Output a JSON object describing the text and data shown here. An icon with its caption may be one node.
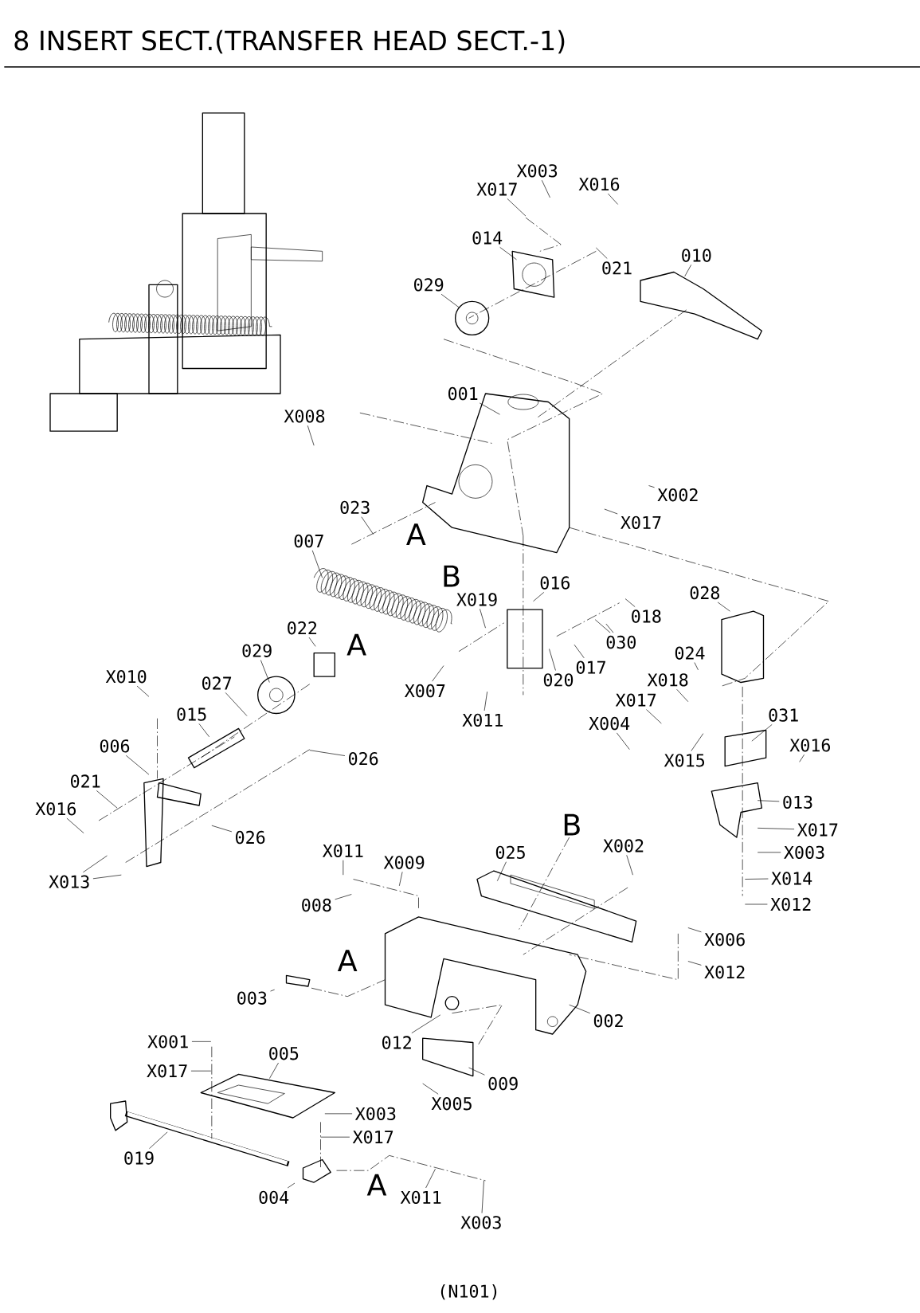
{
  "diagram": {
    "title": "8 INSERT SECT.(TRANSFER HEAD SECT.-1)",
    "nodes": [
      {
        "text": [
          "X003"
        ]
      },
      {
        "text": [
          "X017"
        ]
      },
      {
        "text": [
          "X016"
        ]
      },
      {
        "text": [
          "014"
        ]
      },
      {
        "text": [
          "021"
        ]
      },
      {
        "text": [
          "010"
        ]
      },
      {
        "text": [
          "029"
        ]
      },
      {
        "text": [
          "001"
        ]
      },
      {
        "text": [
          "X008"
        ]
      },
      {
        "text": [
          "X002"
        ]
      },
      {
        "text": [
          "X017"
        ]
      },
      {
        "text": [
          "023"
        ]
      },
      {
        "text": [
          "007"
        ]
      },
      {
        "text": [
          "016"
        ]
      },
      {
        "text": [
          "X019"
        ]
      },
      {
        "text": [
          "018"
        ]
      },
      {
        "text": [
          "028"
        ]
      },
      {
        "text": [
          "030"
        ]
      },
      {
        "text": [
          "024"
        ]
      },
      {
        "text": [
          "022"
        ]
      },
      {
        "text": [
          "029"
        ]
      },
      {
        "text": [
          "X010"
        ]
      },
      {
        "text": [
          "027"
        ]
      },
      {
        "text": [
          "015"
        ]
      },
      {
        "text": [
          "X007"
        ]
      },
      {
        "text": [
          "020"
        ]
      },
      {
        "text": [
          "017"
        ]
      },
      {
        "text": [
          "X011"
        ]
      },
      {
        "text": [
          "X018"
        ]
      },
      {
        "text": [
          "X017"
        ]
      },
      {
        "text": [
          "X004"
        ]
      },
      {
        "text": [
          "031"
        ]
      },
      {
        "text": [
          "X015"
        ]
      },
      {
        "text": [
          "X016"
        ]
      },
      {
        "text": [
          "006"
        ]
      },
      {
        "text": [
          "026"
        ]
      },
      {
        "text": [
          "021"
        ]
      },
      {
        "text": [
          "X016"
        ]
      },
      {
        "text": [
          "013"
        ]
      },
      {
        "text": [
          "X017"
        ]
      },
      {
        "text": [
          "026"
        ]
      },
      {
        "text": [
          "X013"
        ]
      },
      {
        "text": [
          "X011"
        ]
      },
      {
        "text": [
          "X009"
        ]
      },
      {
        "text": [
          "025"
        ]
      },
      {
        "text": [
          "X002"
        ]
      },
      {
        "text": [
          "X003"
        ]
      },
      {
        "text": [
          "008"
        ]
      },
      {
        "text": [
          "X014"
        ]
      },
      {
        "text": [
          "X012"
        ]
      },
      {
        "text": [
          "X006"
        ]
      },
      {
        "text": [
          "X012"
        ]
      },
      {
        "text": [
          "003"
        ]
      },
      {
        "text": [
          "002"
        ]
      },
      {
        "text": [
          "X001"
        ]
      },
      {
        "text": [
          "005"
        ]
      },
      {
        "text": [
          "012"
        ]
      },
      {
        "text": [
          "X017"
        ]
      },
      {
        "text": [
          "009"
        ]
      },
      {
        "text": [
          "X005"
        ]
      },
      {
        "text": [
          "X003"
        ]
      },
      {
        "text": [
          "X017"
        ]
      },
      {
        "text": [
          "019"
        ]
      },
      {
        "text": [
          "004"
        ]
      },
      {
        "text": [
          "X011"
        ]
      },
      {
        "text": [
          "X003"
        ]
      }
    ],
    "edges": [
      {
        "from": 0,
        "to": null,
        "arrow": "none"
      },
      {
        "from": 1,
        "to": null,
        "arrow": "none"
      },
      {
        "from": 2,
        "to": null,
        "arrow": "none"
      },
      {
        "from": 3,
        "to": null,
        "arrow": "none"
      },
      {
        "from": 4,
        "to": null,
        "arrow": "none"
      },
      {
        "from": 5,
        "to": null,
        "arrow": "none"
      },
      {
        "from": 6,
        "to": null,
        "arrow": "none"
      },
      {
        "from": 7,
        "to": null,
        "arrow": "none"
      },
      {
        "from": 8,
        "to": null,
        "arrow": "none"
      },
      {
        "from": 9,
        "to": null,
        "arrow": "none"
      },
      {
        "from": 10,
        "to": null,
        "arrow": "none"
      },
      {
        "from": 11,
        "to": null,
        "arrow": "none"
      },
      {
        "from": 12,
        "to": null,
        "arrow": "none"
      },
      {
        "from": 13,
        "to": null,
        "arrow": "none"
      },
      {
        "from": 14,
        "to": null,
        "arrow": "none"
      },
      {
        "from": 15,
        "to": null,
        "arrow": "none"
      },
      {
        "from": 16,
        "to": null,
        "arrow": "none"
      },
      {
        "from": 17,
        "to": null,
        "arrow": "none"
      },
      {
        "from": 17,
        "to": null,
        "arrow": "none"
      },
      {
        "from": 18,
        "to": null,
        "arrow": "none"
      },
      {
        "from": 19,
        "to": null,
        "arrow": "none"
      },
      {
        "from": 20,
        "to": null,
        "arrow": "none"
      },
      {
        "from": 21,
        "to": null,
        "arrow": "none"
      },
      {
        "from": 22,
        "to": null,
        "arrow": "none"
      },
      {
        "from": 23,
        "to": null,
        "arrow": "none"
      },
      {
        "from": 24,
        "to": null,
        "arrow": "none"
      },
      {
        "from": 25,
        "to": null,
        "arrow": "none"
      },
      {
        "from": 26,
        "to": null,
        "arrow": "none"
      },
      {
        "from": 27,
        "to": null,
        "arrow": "none"
      },
      {
        "from": 28,
        "to": null,
        "arrow": "none"
      },
      {
        "from": 29,
        "to": null,
        "arrow": "none"
      },
      {
        "from": 30,
        "to": null,
        "arrow": "none"
      },
      {
        "from": 31,
        "to": null,
        "arrow": "none"
      },
      {
        "from": 32,
        "to": null,
        "arrow": "none"
      },
      {
        "from": 33,
        "to": null,
        "arrow": "none"
      },
      {
        "from": 34,
        "to": null,
        "arrow": "none"
      },
      {
        "from": 35,
        "to": null,
        "arrow": "none"
      },
      {
        "from": 36,
        "to": null,
        "arrow": "none"
      },
      {
        "from": 37,
        "to": null,
        "arrow": "none"
      },
      {
        "from": 38,
        "to": null,
        "arrow": "none"
      },
      {
        "from": 39,
        "to": null,
        "arrow": "none"
      },
      {
        "from": 40,
        "to": null,
        "arrow": "none"
      },
      {
        "from": 41,
        "to": null,
        "arrow": "none"
      },
      {
        "from": 41,
        "to": null,
        "arrow": "none"
      },
      {
        "from": 42,
        "to": null,
        "arrow": "none"
      },
      {
        "from": 43,
        "to": null,
        "arrow": "none"
      },
      {
        "from": 44,
        "to": null,
        "arrow": "none"
      },
      {
        "from": 45,
        "to": null,
        "arrow": "none"
      },
      {
        "from": 46,
        "to": null,
        "arrow": "none"
      },
      {
        "from": 47,
        "to": null,
        "arrow": "none"
      },
      {
        "from": 48,
        "to": null,
        "arrow": "none"
      },
      {
        "from": 49,
        "to": null,
        "arrow": "none"
      },
      {
        "from": 50,
        "to": null,
        "arrow": "none"
      },
      {
        "from": 51,
        "to": null,
        "arrow": "none"
      },
      {
        "from": 52,
        "to": null,
        "arrow": "none"
      },
      {
        "from": 53,
        "to": null,
        "arrow": "none"
      },
      {
        "from": 54,
        "to": null,
        "arrow": "none"
      },
      {
        "from": 55,
        "to": null,
        "arrow": "none"
      },
      {
        "from": 56,
        "to": null,
        "arrow": "none"
      },
      {
        "from": 57,
        "to": null,
        "arrow": "none"
      },
      {
        "from": 58,
        "to": null,
        "arrow": "none"
      },
      {
        "from": 59,
        "to": null,
        "arrow": "none"
      },
      {
        "from": 60,
        "to": null,
        "arrow": "none"
      },
      {
        "from": 61,
        "to": null,
        "arrow": "none"
      },
      {
        "from": 62,
        "to": null,
        "arrow": "none"
      },
      {
        "from": 63,
        "to": null,
        "arrow": "none"
      },
      {
        "from": 64,
        "to": null,
        "arrow": "none"
      },
      {
        "from": 65,
        "to": null,
        "arrow": "none"
      }
    ],
    "labels": [
      "A",
      "B",
      "A",
      "B",
      "A",
      "A",
      "(N101)"
    ]
  }
}
